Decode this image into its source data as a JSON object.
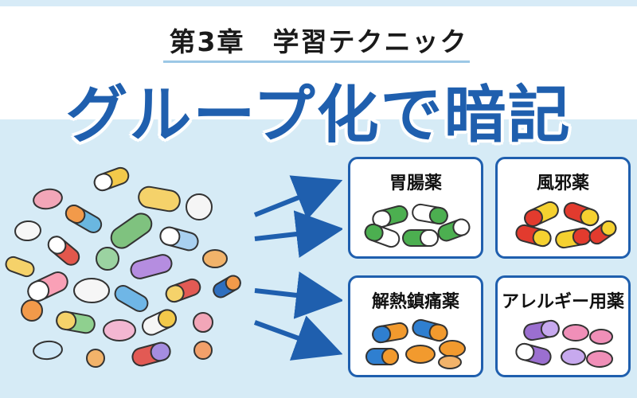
{
  "header": {
    "subtitle": "第3章　学習テクニック",
    "title_main": "グループ化で",
    "title_accent": "暗記"
  },
  "categories": [
    {
      "label": "胃腸薬",
      "icon": "green-capsules-icon"
    },
    {
      "label": "風邪薬",
      "icon": "red-yellow-capsules-icon"
    },
    {
      "label": "解熱鎮痛薬",
      "icon": "blue-orange-tablets-icon"
    },
    {
      "label": "アレルギー用薬",
      "icon": "purple-pink-pills-icon"
    }
  ],
  "colors": {
    "title_blue": "#1f5fae",
    "card_border": "#1f5fae",
    "background_light_blue": "#d6ebf6"
  }
}
